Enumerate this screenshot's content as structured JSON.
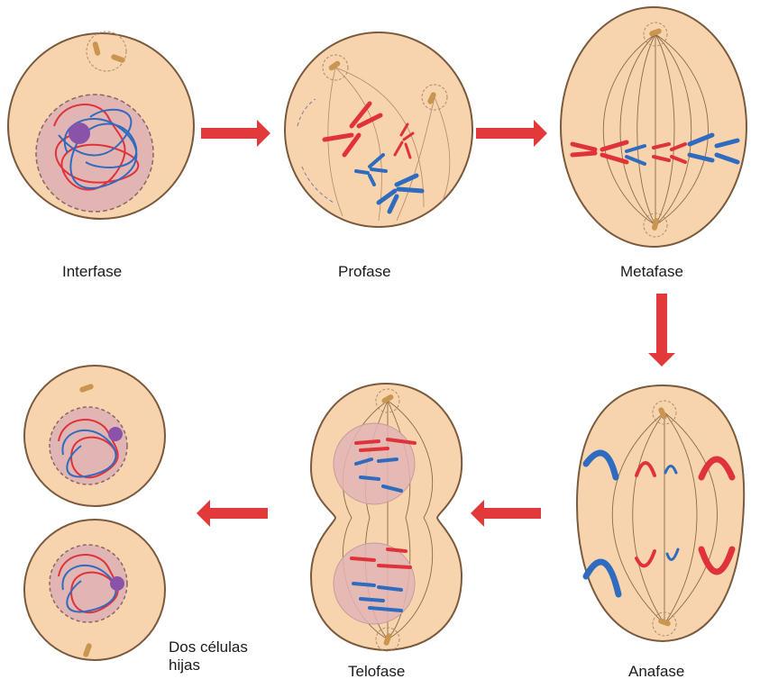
{
  "stages": {
    "interfase": "Interfase",
    "profase": "Profase",
    "metafase": "Metafase",
    "anafase": "Anafase",
    "telofase": "Telofase",
    "hijas": "Dos células hijas"
  },
  "colors": {
    "cell_fill": "#f8d4ae",
    "cell_stroke": "#7a5a3e",
    "nucleus_fill": "#e2b5b5",
    "chromosome_red": "#e0323a",
    "chromosome_blue": "#2f6bbf",
    "nucleolus": "#8a52a8",
    "arrow": "#e23a3a",
    "centriole": "#c9964f"
  }
}
